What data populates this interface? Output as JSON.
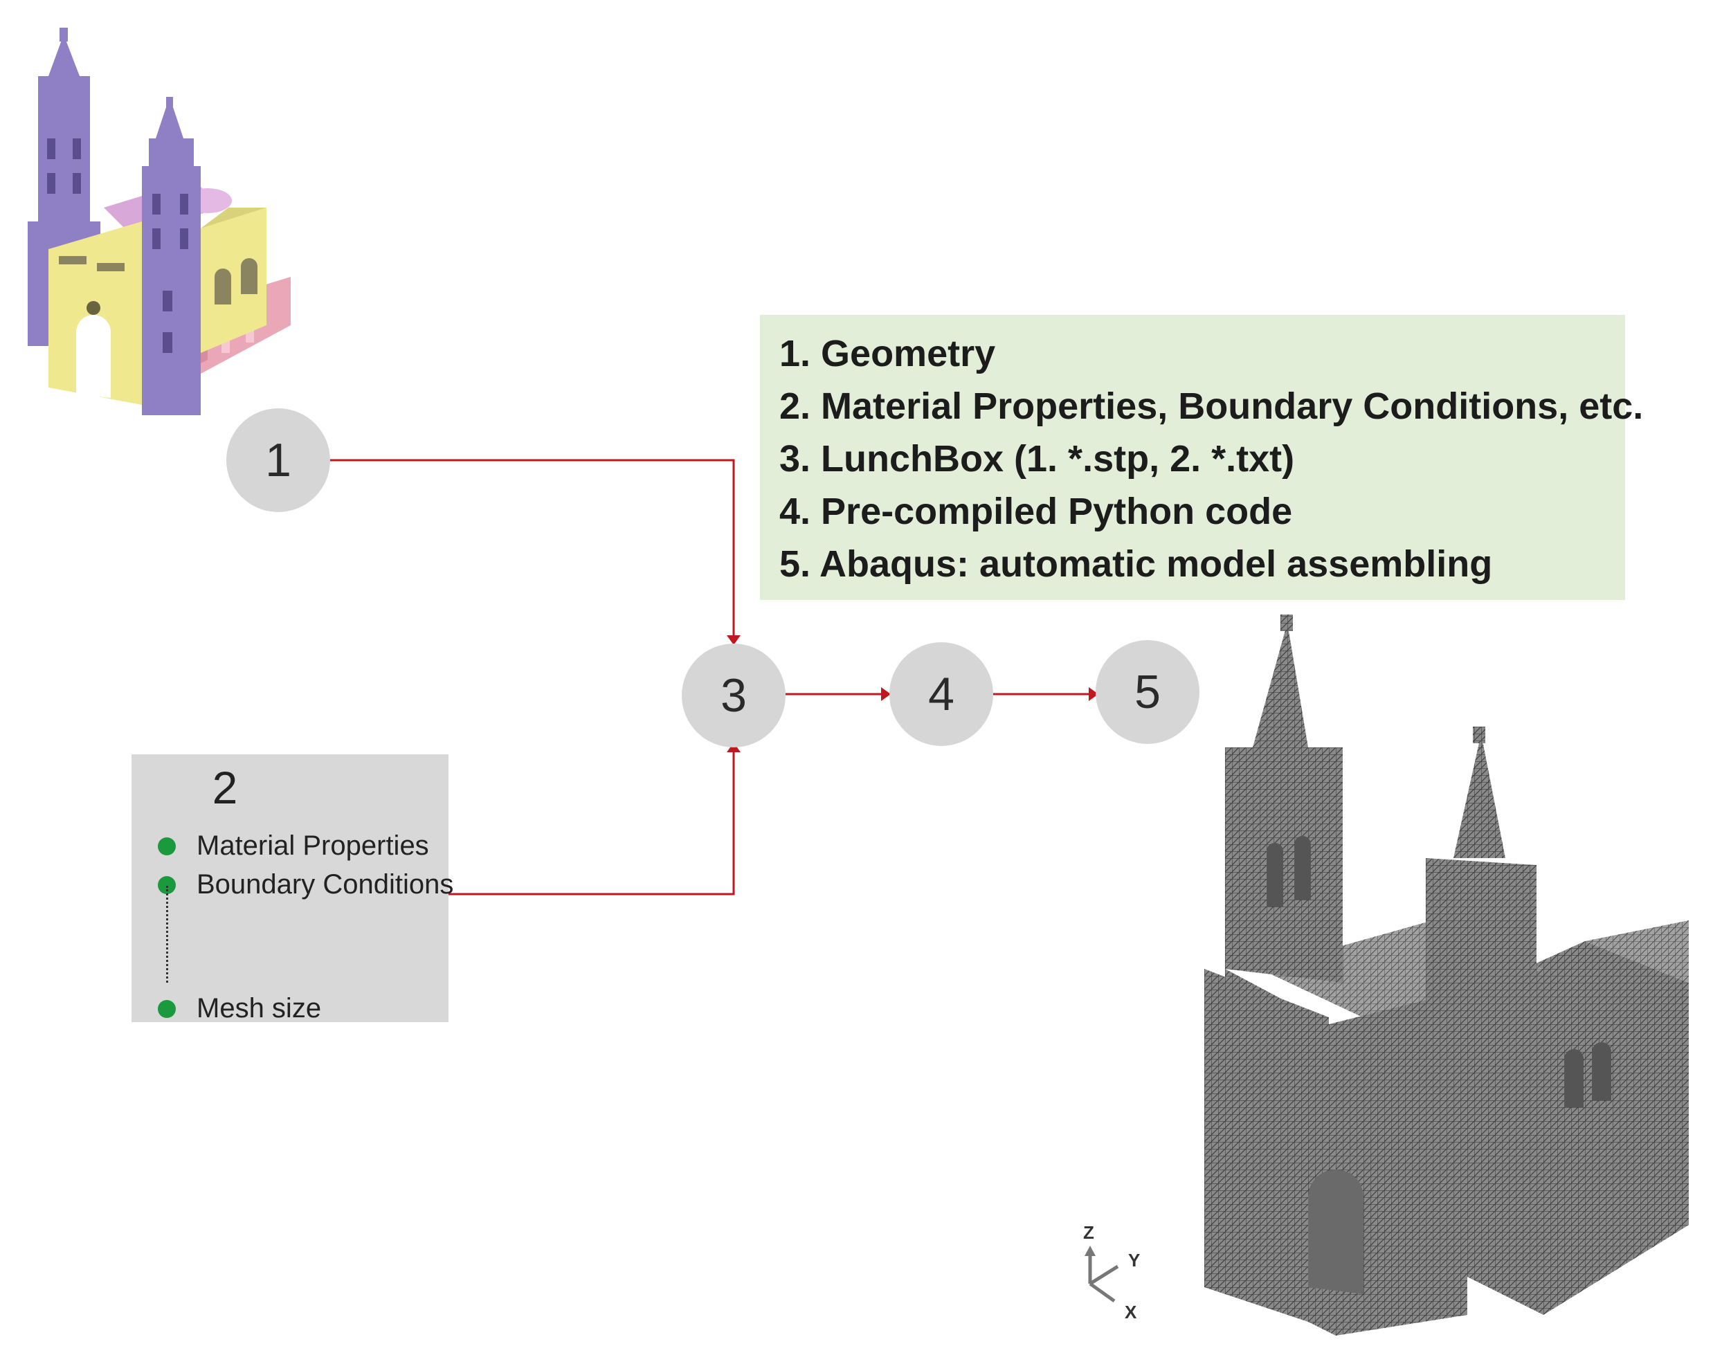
{
  "nodes": {
    "n1": "1",
    "n3": "3",
    "n4": "4",
    "n5": "5"
  },
  "steps_box": {
    "items": [
      "1. Geometry",
      "2. Material Properties, Boundary Conditions, etc.",
      "3. LunchBox (1. *.stp, 2. *.txt)",
      "4. Pre-compiled Python code",
      "5. Abaqus: automatic model assembling"
    ],
    "background": "#e2eed7"
  },
  "params_box": {
    "title": "2",
    "items": [
      "Material Properties",
      "Boundary Conditions",
      "Mesh size"
    ],
    "bullet_color": "#1a9a3c",
    "background": "#d8d8d8"
  },
  "axes_triad": {
    "z": "Z",
    "y": "Y",
    "x": "X"
  },
  "colors": {
    "arrow": "#c0181e",
    "node_fill": "#d6d6d6",
    "tower": "#8f7fc4",
    "facade": "#efe88e",
    "roof": "#d7a8d8",
    "base": "#e9a7b8",
    "mesh": "#6e6e6e"
  }
}
